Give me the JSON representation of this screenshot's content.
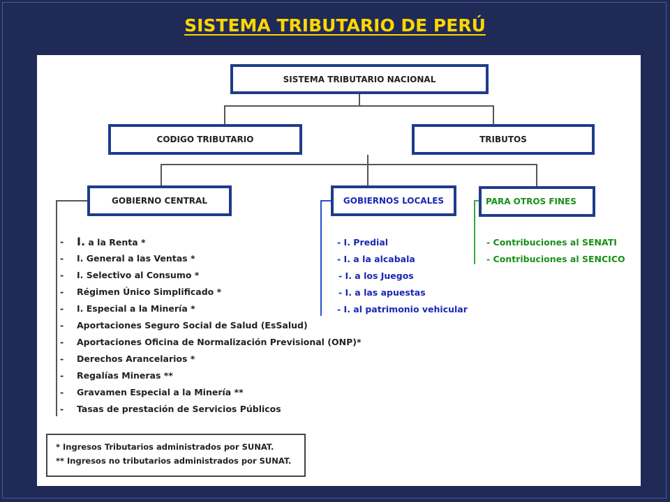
{
  "title": "SISTEMA TRIBUTARIO DE PERÚ",
  "nodes": {
    "root": "SISTEMA TRIBUTARIO NACIONAL",
    "codigo": "CODIGO TRIBUTARIO",
    "tributos": "TRIBUTOS",
    "central": "GOBIERNO CENTRAL",
    "locales": "GOBIERNOS LOCALES",
    "otros": "PARA OTROS FINES"
  },
  "central_items": [
    {
      "prefix": "I.",
      "rest": " a la Renta *"
    },
    {
      "text": "I. General a las Ventas *"
    },
    {
      "text": "I. Selectivo al Consumo *"
    },
    {
      "text": "Régimen Único Simplificado *"
    },
    {
      "text": "I. Especial a la Minería *"
    },
    {
      "text": "Aportaciones Seguro Social de Salud (EsSalud)"
    },
    {
      "text": "Aportaciones Oficina de Normalización Previsional (ONP)*"
    },
    {
      "text": "Derechos Arancelarios *"
    },
    {
      "text": "Regalías Mineras **"
    },
    {
      "text": "Gravamen Especial a la Minería **"
    },
    {
      "text": "Tasas de prestación de Servicios Públicos"
    }
  ],
  "dash": "-",
  "locales_items": [
    "- I. Predial",
    "- I. a la alcabala",
    "- I. a los Juegos",
    "- I. a las apuestas",
    "- I. al patrimonio vehicular"
  ],
  "otros_items": [
    "- Contribuciones al SENATI",
    "- Contribuciones al SENCICO"
  ],
  "notes": [
    "*    Ingresos Tributarios administrados por SUNAT.",
    "** Ingresos no tributarios administrados por SUNAT."
  ]
}
